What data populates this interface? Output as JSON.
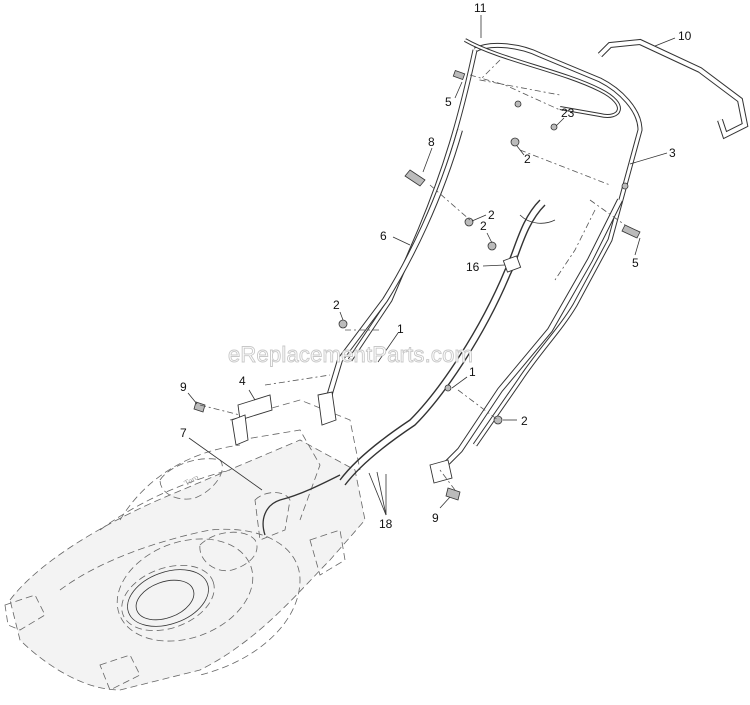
{
  "watermark": "eReplacementParts.com",
  "callouts": {
    "c11": "11",
    "c10": "10",
    "c5a": "5",
    "c23": "23",
    "c2a": "2",
    "c8": "8",
    "c3": "3",
    "c2b": "2",
    "c6": "6",
    "c2c": "2",
    "c16": "16",
    "c5b": "5",
    "c2d": "2",
    "c1a": "1",
    "c9a": "9",
    "c4": "4",
    "c1b": "1",
    "c2e": "2",
    "c7": "7",
    "c18": "18",
    "c9b": "9"
  }
}
